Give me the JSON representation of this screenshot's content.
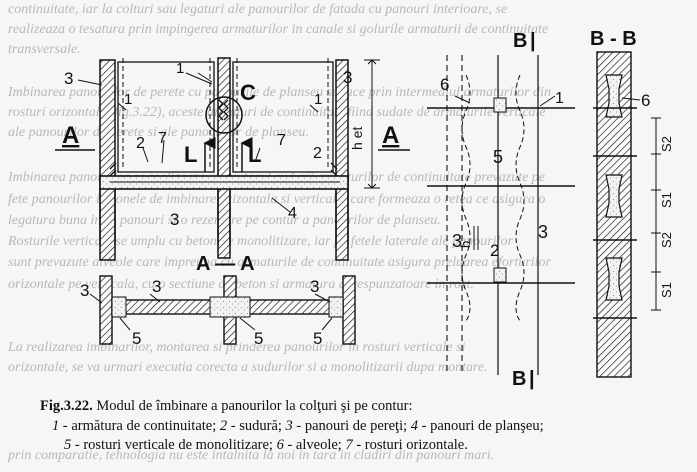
{
  "bleed_lines": [
    "continuitate, iar la colturi sau legaturi ale panourilor de fatada cu panouri interioare, se",
    "realizeaza o tesatura prin impingerea armaturilor in canale si golurile armaturii de continuitate",
    "transversale.",
    "Imbinarea panourilor de perete cu panourile de planseu se face prin intermediul armaturilor din",
    "rosturi orizontale (fig.3.22), aceste armaturi de continuitate fiind sudate de armaturile verticale",
    "ale panourilor de perete si ale panourilor de planseu.",
    "",
    "Imbinarea panourilor se realizeaza cu ajutorul sudurii armaturilor de continuitate prevazute pe",
    "fete panourilor in zonele de imbinare orizontala si verticala, care formeaza o retea ce asigura o",
    "legatura buna intre panouri si o rezemare pe contur a panourilor de planseu.",
    "Rosturile verticale se umplu cu beton de monolitizare, iar pe fetele laterale ale panourilor",
    "sunt prevazute alveole care impreuna cu armaturile de continuitate asigura preluarea eforturilor",
    "orizontale pe verticala, cu o sectiune de beton si armatura corespunzatoare in rost.",
    "",
    "La realizarea imbinarilor, montarea si prinderea panourilor in rosturi verticale si",
    "orizontale, se va urmari executia corecta a sudurilor si a monolitizarii dupa montare.",
    "",
    "",
    "prin comparatie, tehnologia nu este intalnita la noi in tara in cladiri din panouri mari.",
    ""
  ],
  "drawing": {
    "left": {
      "labels_num": [
        "3",
        "1",
        "2",
        "7",
        "1",
        "1",
        "2",
        "7",
        "3",
        "4",
        "3"
      ],
      "label_C": "C",
      "label_L": "L",
      "label_A": "A",
      "label_het": "h et"
    },
    "section_AA": {
      "title": "A — A",
      "labels": [
        "3",
        "3",
        "3",
        "5",
        "5",
        "5"
      ]
    },
    "section_B": {
      "label_top": "B",
      "label_bottom": "B",
      "labels": [
        "6",
        "1",
        "5",
        "3",
        "3",
        "2",
        "b"
      ]
    },
    "section_BB": {
      "title": "B - B",
      "labels": [
        "6",
        "S2",
        "S1",
        "S2",
        "S1"
      ]
    }
  },
  "caption": {
    "figure_number": "Fig.3.22.",
    "title": "Modul de îmbinare a panourilor la colţuri şi pe contur:",
    "items": [
      {
        "n": "1",
        "text": "- armătura de continuitate;"
      },
      {
        "n": "2",
        "text": "- sudură;"
      },
      {
        "n": "3",
        "text": "- panouri de pereţi;"
      },
      {
        "n": "4",
        "text": "- panouri de planşeu;"
      },
      {
        "n": "5",
        "text": "- rosturi verticale de monolitizare;"
      },
      {
        "n": "6",
        "text": "- alveole;"
      },
      {
        "n": "7",
        "text": "- rosturi orizontale."
      }
    ]
  }
}
